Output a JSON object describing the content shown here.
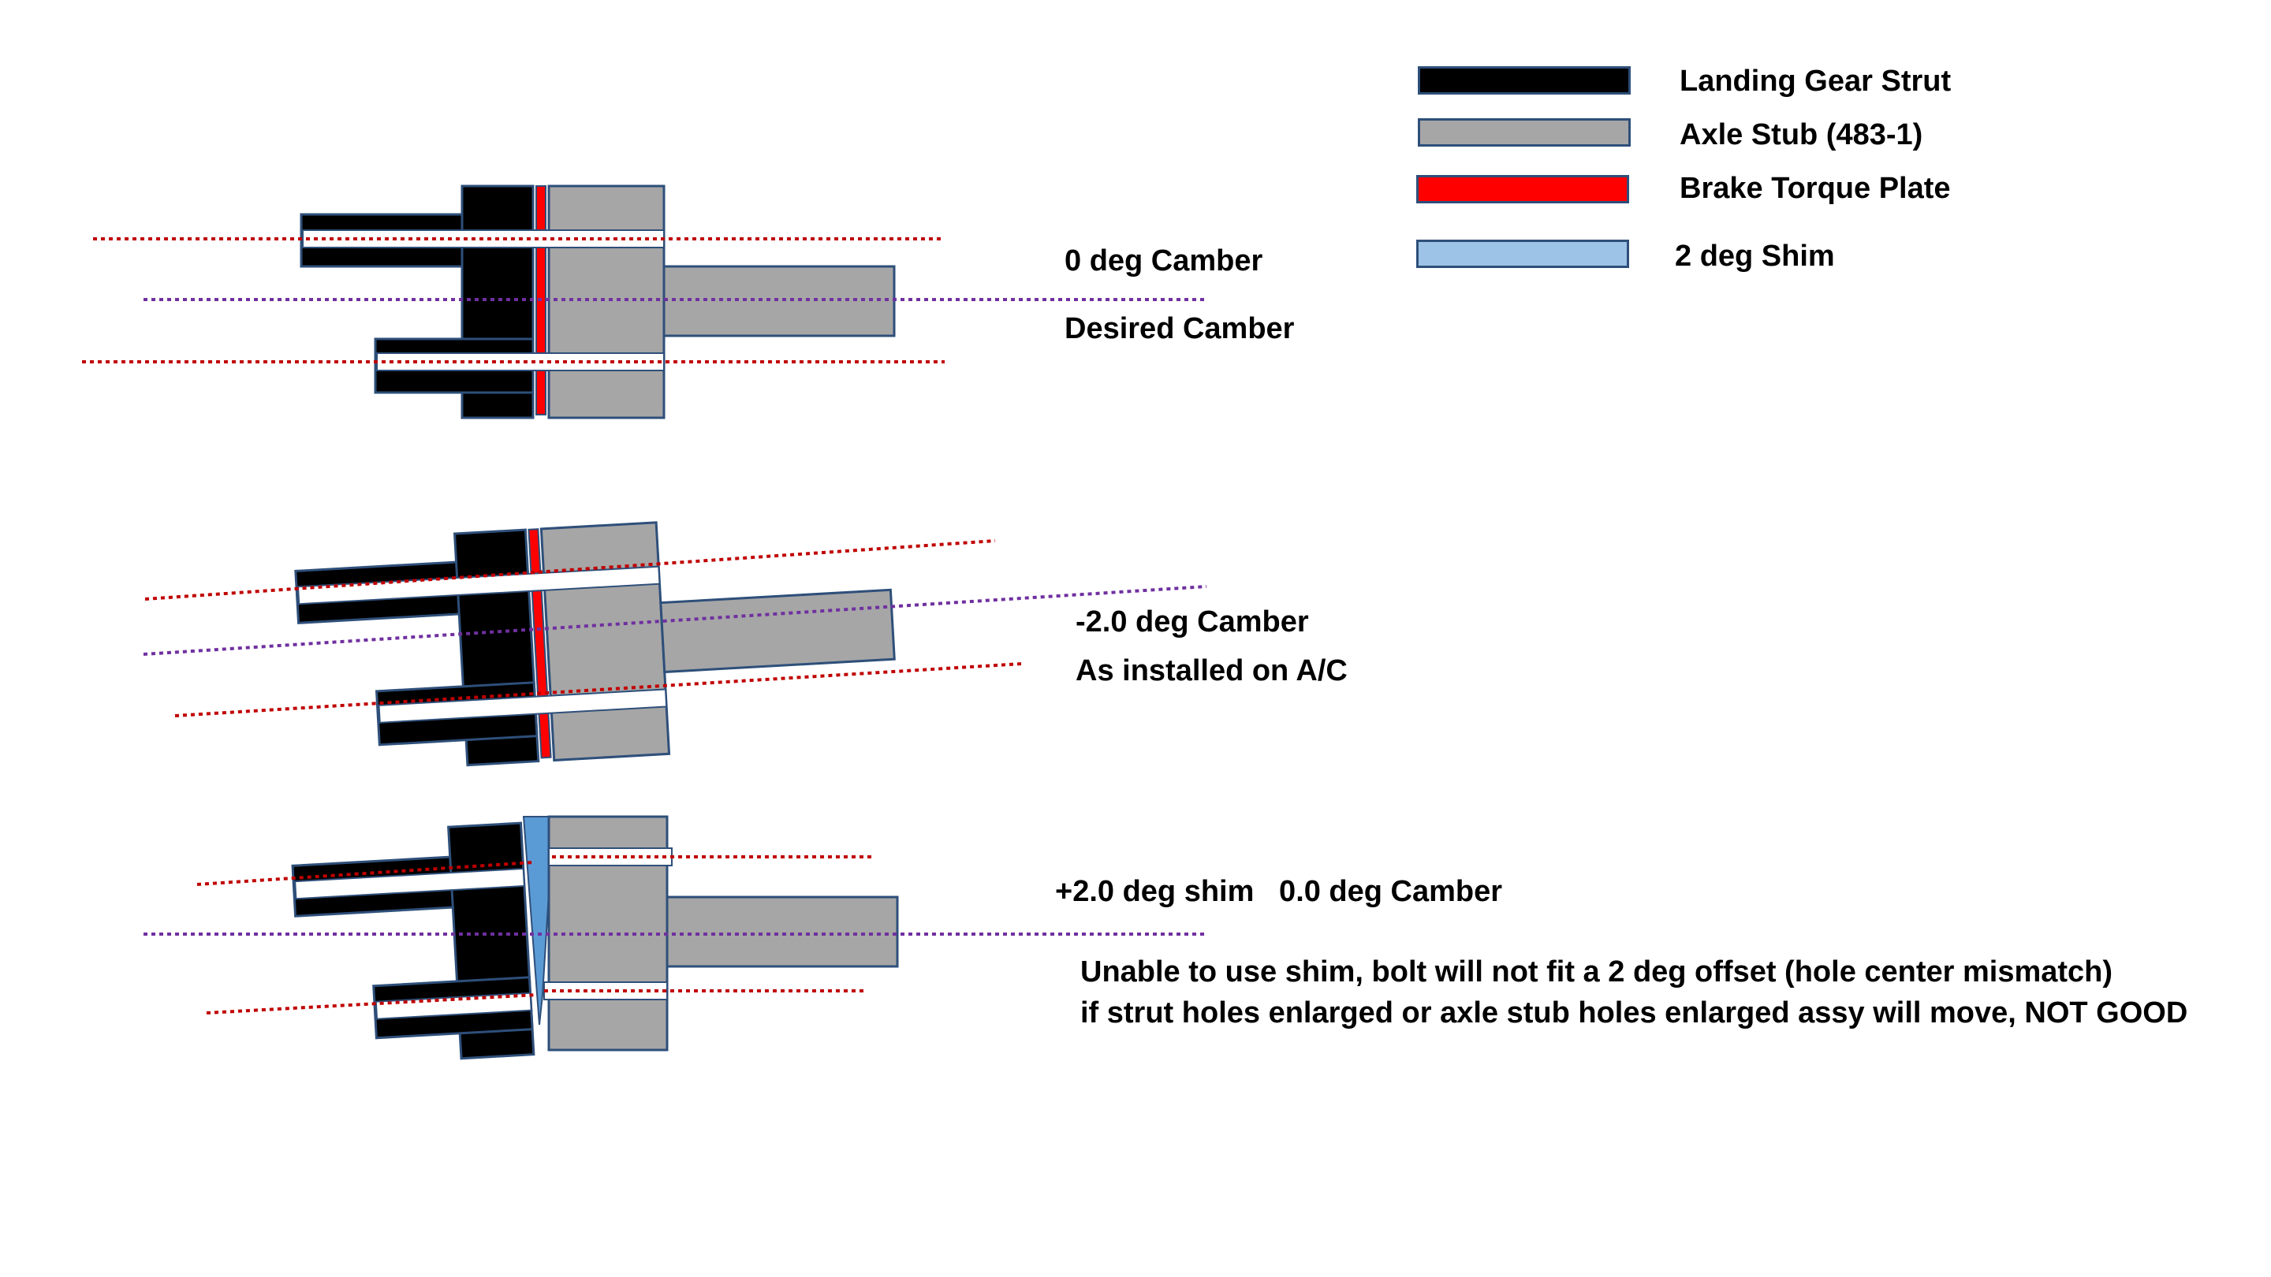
{
  "legend": [
    {
      "label": "Landing Gear Strut",
      "fill": "#000000",
      "stroke": "#2e4f7a"
    },
    {
      "label": "Axle Stub (483-1)",
      "fill": "#a6a6a6",
      "stroke": "#2e4f7a"
    },
    {
      "label": "Brake Torque Plate",
      "fill": "#ff0000",
      "stroke": "#2e4f7a"
    },
    {
      "label": "2 deg Shim",
      "fill": "#9dc3e6",
      "stroke": "#2e4f7a"
    }
  ],
  "assemblies": [
    {
      "caption": "0 deg Camber",
      "note": "Desired Camber",
      "rotation_deg": 0
    },
    {
      "caption": "-2.0 deg Camber",
      "note": "As installed on A/C",
      "rotation_deg": -2
    },
    {
      "caption": "+2.0 deg shim   0.0 deg Camber",
      "notes": [
        "Unable to use shim, bolt will not fit a 2 deg offset (hole center mismatch)",
        "if strut holes enlarged or axle stub holes enlarged assy will move, NOT GOOD"
      ],
      "rotation_deg": 0
    }
  ],
  "colors": {
    "bolt_line": "#c00000",
    "axis_line": "#7030a0",
    "outline": "#2e4f7a",
    "bolt_fill": "#ffffff"
  }
}
